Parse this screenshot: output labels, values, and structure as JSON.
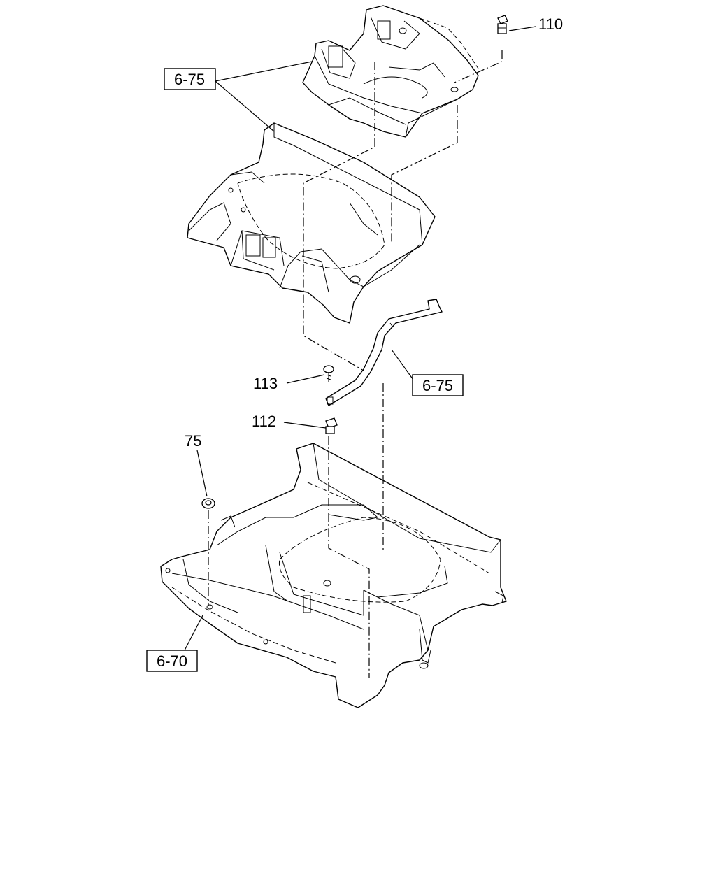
{
  "references": {
    "ref_top": "6-75",
    "ref_mid": "6-75",
    "ref_bottom": "6-70"
  },
  "parts": {
    "p110": "110",
    "p113": "113",
    "p112": "112",
    "p75": "75"
  }
}
